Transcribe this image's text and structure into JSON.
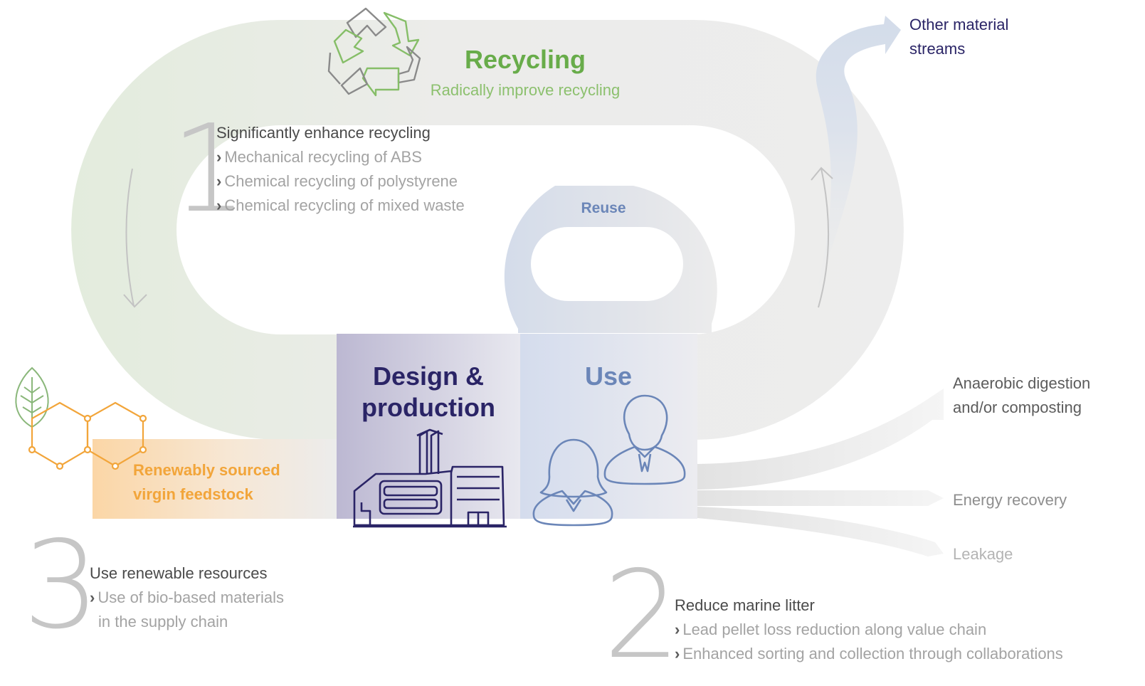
{
  "colors": {
    "recycling_green": "#68ac4a",
    "recycling_subtitle": "#8cc06e",
    "reuse_blue": "#6b86b8",
    "design_navy": "#2a2466",
    "renewable_orange": "#f2a53a",
    "number_gray": "#c6c6c6",
    "heading_gray": "#4a4a4a",
    "bullet_gray": "#a3a3a3"
  },
  "icons": {
    "recycle": "recycle-icon",
    "leaf": "leaf-icon",
    "molecule": "hexagon-molecule-icon",
    "factory": "factory-icon",
    "people": "people-icon"
  },
  "loops": {
    "recycling": {
      "title": "Recycling",
      "subtitle": "Radically improve recycling"
    },
    "reuse": {
      "label": "Reuse"
    }
  },
  "stages": {
    "design": {
      "line1": "Design &",
      "line2": "production"
    },
    "use": {
      "label": "Use"
    },
    "feedstock": {
      "line1": "Renewably sourced",
      "line2": "virgin feedstock"
    }
  },
  "outputs": {
    "other_streams": {
      "line1": "Other material",
      "line2": "streams"
    },
    "anaerobic": {
      "line1": "Anaerobic digestion",
      "line2": "and/or composting"
    },
    "energy": "Energy recovery",
    "leakage": "Leakage"
  },
  "actions": [
    {
      "number": "1",
      "heading": "Significantly enhance recycling",
      "bullets": [
        "Mechanical recycling of ABS",
        "Chemical recycling of polystyrene",
        "Chemical recycling of mixed waste"
      ]
    },
    {
      "number": "2",
      "heading": "Reduce marine litter",
      "bullets": [
        "Lead pellet loss reduction along value chain",
        "Enhanced sorting and collection through collaborations"
      ]
    },
    {
      "number": "3",
      "heading": "Use renewable resources",
      "bullets": [
        "Use of bio-based materials",
        "in the supply chain"
      ]
    }
  ]
}
